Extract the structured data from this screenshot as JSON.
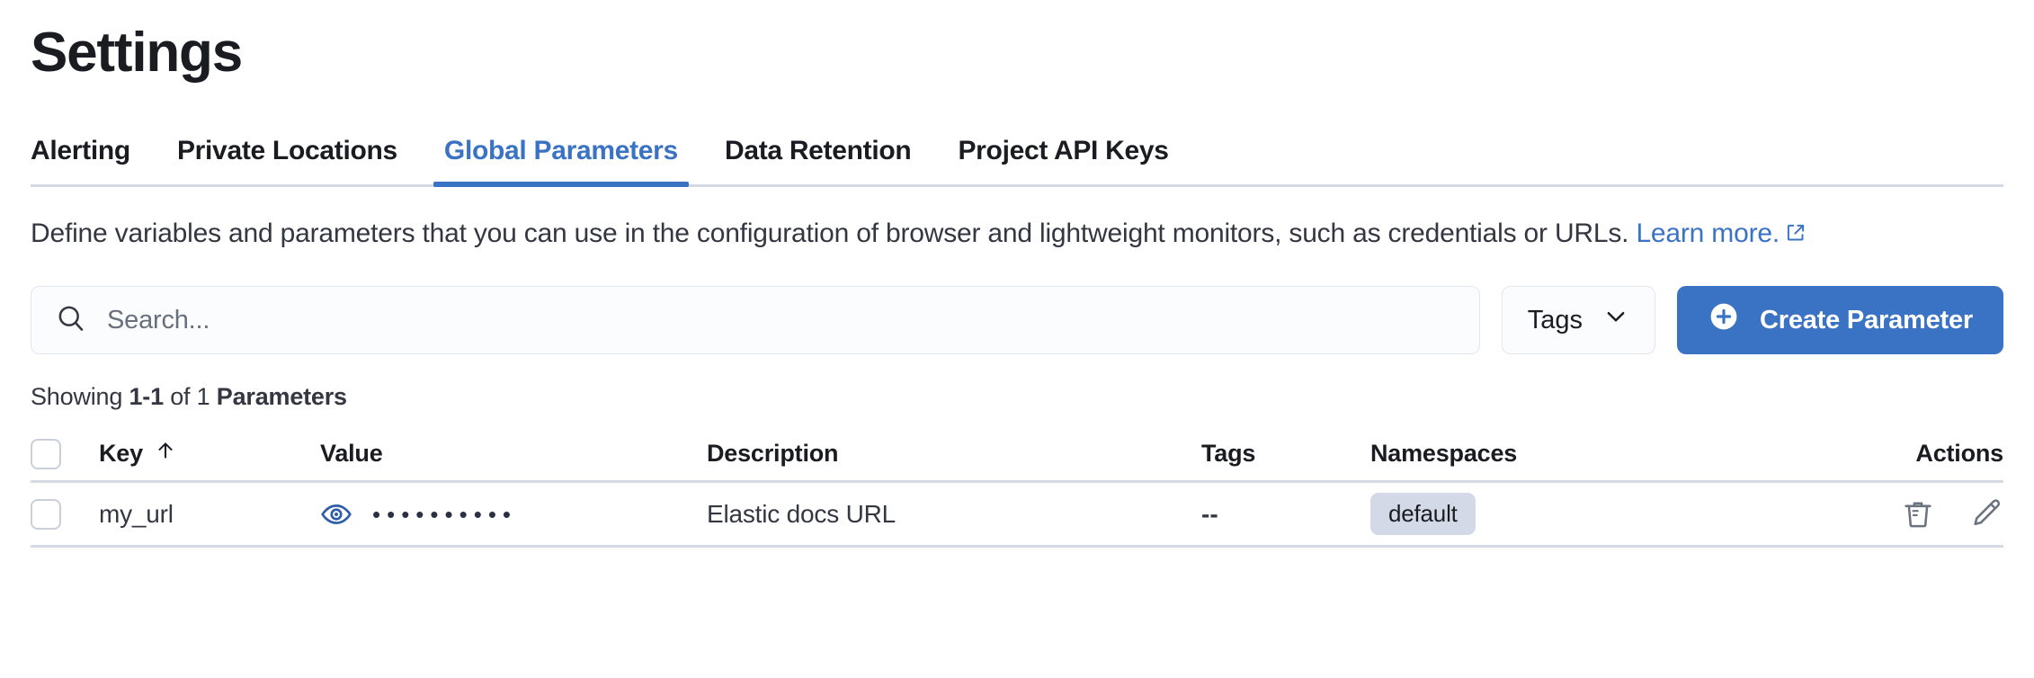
{
  "header": {
    "title": "Settings"
  },
  "tabs": [
    {
      "label": "Alerting",
      "active": false
    },
    {
      "label": "Private Locations",
      "active": false
    },
    {
      "label": "Global Parameters",
      "active": true
    },
    {
      "label": "Data Retention",
      "active": false
    },
    {
      "label": "Project API Keys",
      "active": false
    }
  ],
  "description": {
    "text": "Define variables and parameters that you can use in the configuration of browser and lightweight monitors, such as credentials or URLs. ",
    "link_text": "Learn more.",
    "external_link_icon": "external-link-icon"
  },
  "controls": {
    "search_placeholder": "Search...",
    "search_value": "",
    "search_icon": "search-icon",
    "tags_label": "Tags",
    "tags_chevron_icon": "chevron-down-icon",
    "create_label": "Create Parameter",
    "create_icon": "plus-circle-icon",
    "accent_color": "#3b73c4"
  },
  "results": {
    "showing_prefix": "Showing ",
    "range": "1-1",
    "middle": " of 1 ",
    "entity": "Parameters"
  },
  "table": {
    "columns": [
      {
        "key": "key",
        "label": "Key",
        "sorted": true,
        "sort_icon": "arrow-up-icon"
      },
      {
        "key": "value",
        "label": "Value"
      },
      {
        "key": "description",
        "label": "Description"
      },
      {
        "key": "tags",
        "label": "Tags"
      },
      {
        "key": "namespaces",
        "label": "Namespaces"
      },
      {
        "key": "actions",
        "label": "Actions"
      }
    ],
    "rows": [
      {
        "selected": false,
        "key": "my_url",
        "value_masked": "••••••••••",
        "value_toggle_icon": "eye-icon",
        "description": "Elastic docs URL",
        "tags": "--",
        "namespace_badge": "default",
        "actions": [
          {
            "name": "delete-row-button",
            "icon": "trash-icon"
          },
          {
            "name": "edit-row-button",
            "icon": "pencil-icon"
          }
        ]
      }
    ]
  }
}
